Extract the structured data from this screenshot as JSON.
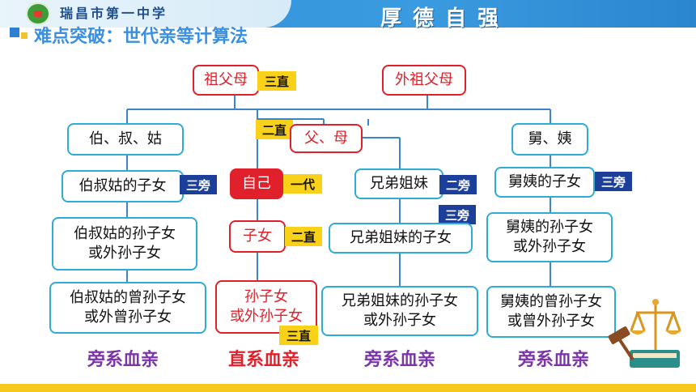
{
  "header": {
    "school_name": "瑞昌市第一中学",
    "motto": "厚德自强"
  },
  "title": "难点突破：世代亲等计算法",
  "nodes": {
    "grandparents": "祖父母",
    "maternal_grandparents": "外祖父母",
    "uncles_aunts_paternal": "伯、叔、姑",
    "parents": "父、母",
    "uncles_aunts_maternal": "舅、姨",
    "paternal_cousins": "伯叔姑的子女",
    "self": "自己",
    "siblings": "兄弟姐妹",
    "maternal_cousins": "舅姨的子女",
    "paternal_cousins_children": "伯叔姑的孙子女\n或外孙子女",
    "children": "子女",
    "siblings_children": "兄弟姐妹的子女",
    "maternal_cousins_children": "舅姨的孙子女\n或外孙子女",
    "paternal_great_grandchildren": "伯叔姑的曾孙子女\n或外曾孙子女",
    "grandchildren": "孙子女\n或外孙子女",
    "siblings_grandchildren": "兄弟姐妹的孙子女\n或外孙子女",
    "maternal_great_grandchildren": "舅姨的曾孙子女\n或曾外孙子女"
  },
  "tags": {
    "grandparents_tag": "三直",
    "parents_tag": "二直",
    "self_tag": "一代",
    "children_tag": "二直",
    "grandchildren_tag": "三直",
    "paternal_cousins_tag": "三旁",
    "siblings_tag": "二旁",
    "siblings_children_tag": "三旁",
    "maternal_cousins_tag": "三旁"
  },
  "categories": {
    "col1": "旁系血亲",
    "col2": "直系血亲",
    "col3": "旁系血亲",
    "col4": "旁系血亲"
  },
  "colors": {
    "collateral": "#7b35a8",
    "lineal": "#e0202a",
    "line": "#3a86c8",
    "tag_yellow": "#f8d118",
    "tag_blue": "#1c3f9a"
  },
  "icons": [
    "school-emblem-icon",
    "scales-of-justice-icon",
    "gavel-icon",
    "law-book-icon"
  ]
}
